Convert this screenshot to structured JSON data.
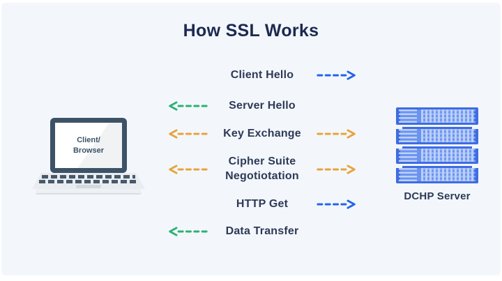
{
  "title": "How SSL Works",
  "client": {
    "screen_label_line1": "Client/",
    "screen_label_line2": "Browser"
  },
  "server": {
    "label": "DCHP Server",
    "rack_units": 4
  },
  "steps": [
    {
      "label": "Client Hello",
      "direction": "to-server",
      "arrow_color": "#2563eb"
    },
    {
      "label": "Server Hello",
      "direction": "to-client",
      "arrow_color": "#2cb271"
    },
    {
      "label": "Key Exchange",
      "direction": "bidirectional",
      "arrow_color": "#e8a33c"
    },
    {
      "label": "Cipher Suite Negotiotation",
      "direction": "bidirectional",
      "arrow_color": "#e8a33c"
    },
    {
      "label": "HTTP Get",
      "direction": "to-server",
      "arrow_color": "#2563eb"
    },
    {
      "label": "Data Transfer",
      "direction": "to-client",
      "arrow_color": "#2cb271"
    }
  ],
  "colors": {
    "background": "#f3f7fc",
    "title_text": "#1c2951",
    "step_text": "#2e3a55",
    "arrow_blue": "#2563eb",
    "arrow_green": "#2cb271",
    "arrow_orange": "#e8a33c",
    "laptop_bezel": "#3d5266",
    "server_body": "#3f6ce2",
    "server_panel": "#6b94ef"
  }
}
